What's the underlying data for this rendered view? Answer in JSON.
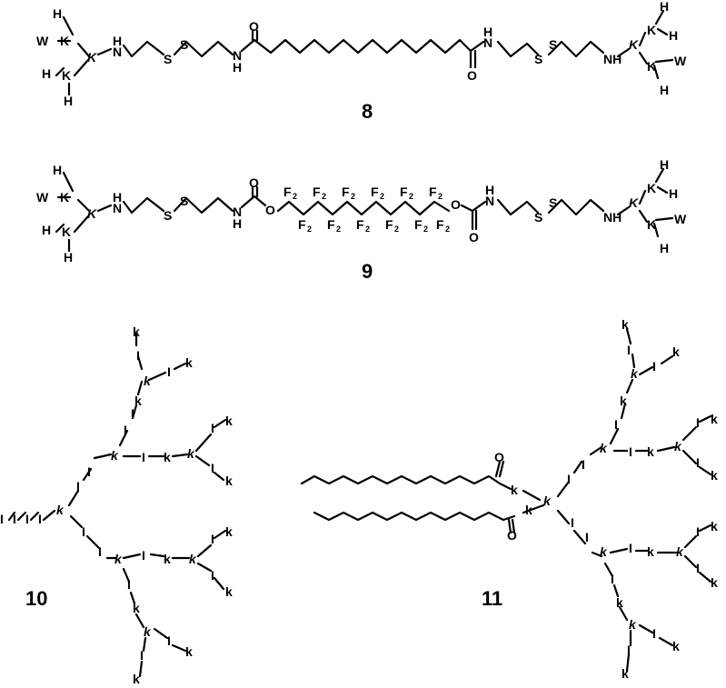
{
  "compounds": {
    "c8": {
      "label": "8"
    },
    "c9": {
      "label": "9"
    },
    "c10": {
      "label": "10"
    },
    "c11": {
      "label": "11"
    }
  },
  "atoms": {
    "H": "H",
    "W": "W",
    "K": "K",
    "N": "N",
    "NH": "NH",
    "S": "S",
    "O": "O",
    "F2": "F",
    "two": "2",
    "k": "k",
    "I": "I",
    "kit": "k"
  }
}
